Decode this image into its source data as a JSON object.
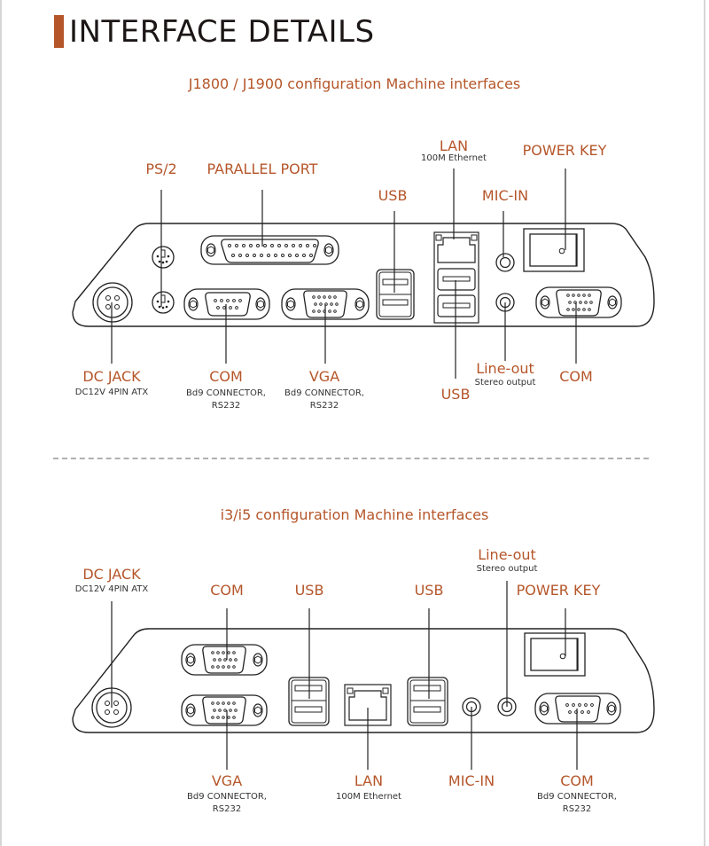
{
  "page": {
    "title": "INTERFACE DETAILS",
    "accent_color": "#b5562a"
  },
  "section1": {
    "heading": "J1800 / J1900 configuration Machine interfaces",
    "labels": {
      "ps2": "PS/2",
      "parallel": "PARALLEL PORT",
      "usb_top": "USB",
      "lan": "LAN",
      "lan_sub": "100M Ethernet",
      "mic_in": "MIC-IN",
      "power_key": "POWER KEY",
      "dc_jack": "DC JACK",
      "dc_jack_sub": "DC12V 4PIN ATX",
      "com1": "COM",
      "com1_sub1": "Bd9 CONNECTOR,",
      "com1_sub2": "RS232",
      "vga": "VGA",
      "vga_sub1": "Bd9 CONNECTOR,",
      "vga_sub2": "RS232",
      "usb_bottom": "USB",
      "line_out": "Line-out",
      "line_out_sub": "Stereo output",
      "com2": "COM"
    }
  },
  "section2": {
    "heading": "i3/i5 configuration Machine interfaces",
    "labels": {
      "dc_jack": "DC JACK",
      "dc_jack_sub": "DC12V 4PIN ATX",
      "com_top": "COM",
      "usb1": "USB",
      "usb2": "USB",
      "line_out": "Line-out",
      "line_out_sub": "Stereo output",
      "power_key": "POWER KEY",
      "vga": "VGA",
      "vga_sub1": "Bd9 CONNECTOR,",
      "vga_sub2": "RS232",
      "lan": "LAN",
      "lan_sub": "100M Ethernet",
      "mic_in": "MIC-IN",
      "com": "COM",
      "com_sub1": "Bd9 CONNECTOR,",
      "com_sub2": "RS232"
    }
  }
}
